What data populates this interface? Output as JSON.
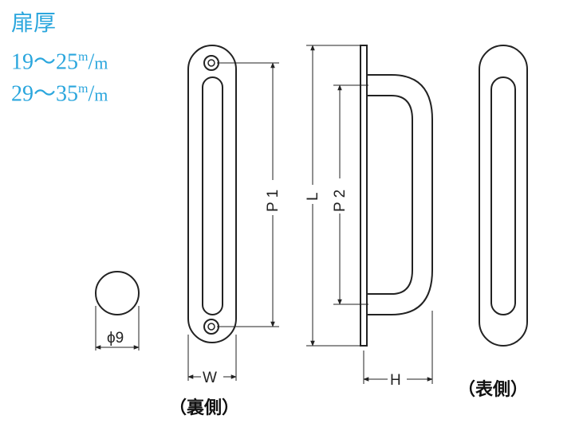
{
  "door_thickness": {
    "title": "扉厚",
    "range1": {
      "from": "19",
      "sep": "〜",
      "to": "25",
      "unit_sup": "m",
      "unit_sub": "m"
    },
    "range2": {
      "from": "29",
      "sep": "〜",
      "to": "35",
      "unit_sup": "m",
      "unit_sub": "m"
    }
  },
  "labels": {
    "p1": "P 1",
    "l": "L",
    "p2": "P 2",
    "w": "W",
    "h": "H",
    "dia": "ϕ9",
    "back": "（裏側）",
    "front": "（表側）"
  },
  "colors": {
    "thickness_text": "#2aa6dd",
    "line": "#222222"
  }
}
